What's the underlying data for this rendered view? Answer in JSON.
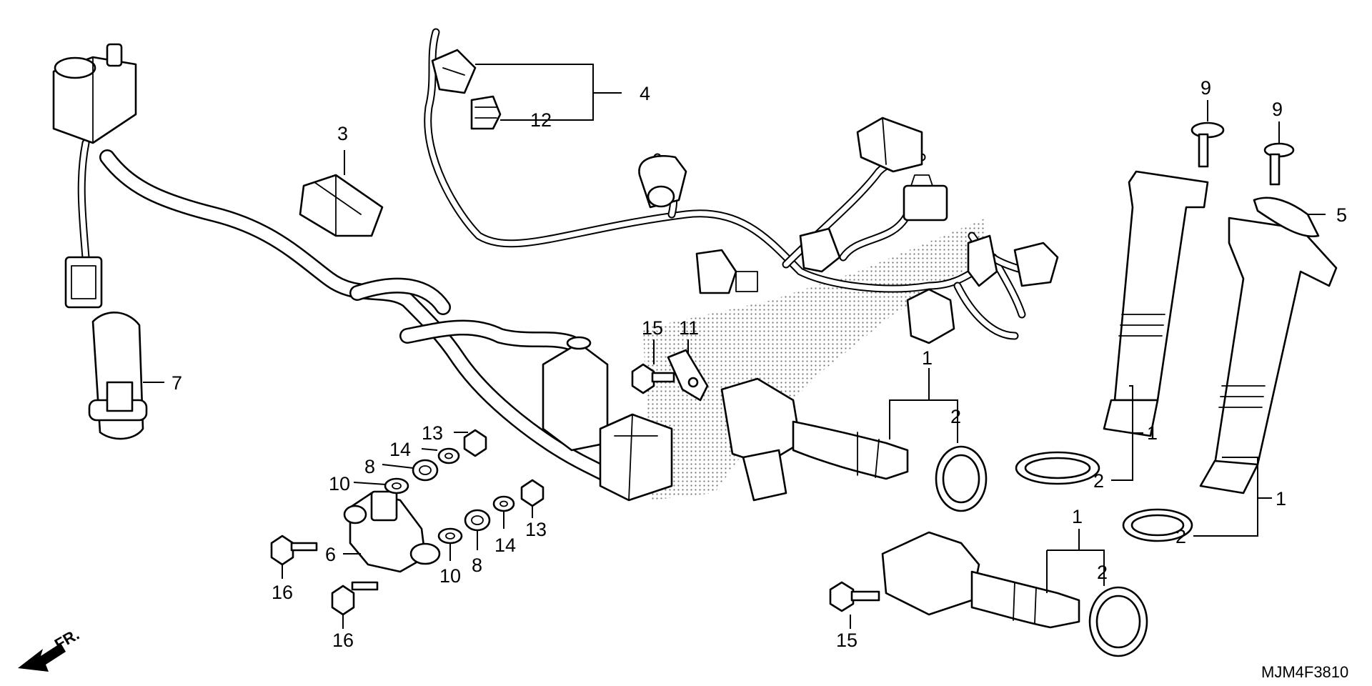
{
  "diagram": {
    "callouts": {
      "c1a": "1",
      "c1b": "1",
      "c1c": "1",
      "c1d": "1",
      "c2a": "2",
      "c2b": "2",
      "c2c": "2",
      "c2d": "2",
      "c3": "3",
      "c4": "4",
      "c5": "5",
      "c6": "6",
      "c7": "7",
      "c8a": "8",
      "c8b": "8",
      "c9a": "9",
      "c9b": "9",
      "c10a": "10",
      "c10b": "10",
      "c11": "11",
      "c12": "12",
      "c13a": "13",
      "c13b": "13",
      "c14a": "14",
      "c14b": "14",
      "c15a": "15",
      "c15b": "15",
      "c16a": "16",
      "c16b": "16"
    },
    "front_marker": "FR.",
    "diagram_code": "MJM4F3810"
  }
}
